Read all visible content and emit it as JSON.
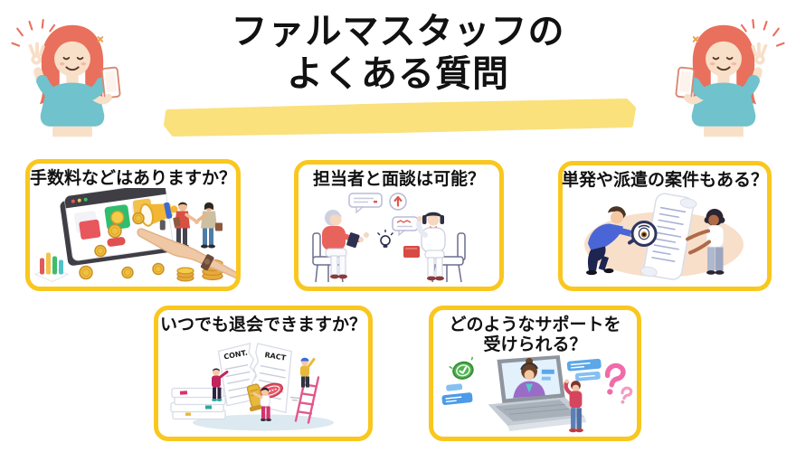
{
  "header": {
    "title_line1": "ファルマスタッフの",
    "title_line2": "よくある質問"
  },
  "cards": [
    {
      "id": "fees",
      "question": "手数料などはありますか？"
    },
    {
      "id": "interview",
      "question": "担当者と面談は可能？"
    },
    {
      "id": "spot-jobs",
      "question": "単発や派遣の案件もある？"
    },
    {
      "id": "cancel",
      "question": "いつでも退会できますか？"
    },
    {
      "id": "support",
      "question_line1": "どのようなサポートを",
      "question_line2": "受けられる？"
    }
  ],
  "illustration_text": {
    "contract_left": "CONT.",
    "contract_right": "RACT"
  },
  "colors": {
    "card_border_yellow": "#F9C71E",
    "highlight_yellow": "#FAE17C",
    "title_black": "#111111",
    "teal_shirt": "#70C2CC",
    "coral_hair": "#E9705C",
    "background": "#FFFFFF"
  }
}
